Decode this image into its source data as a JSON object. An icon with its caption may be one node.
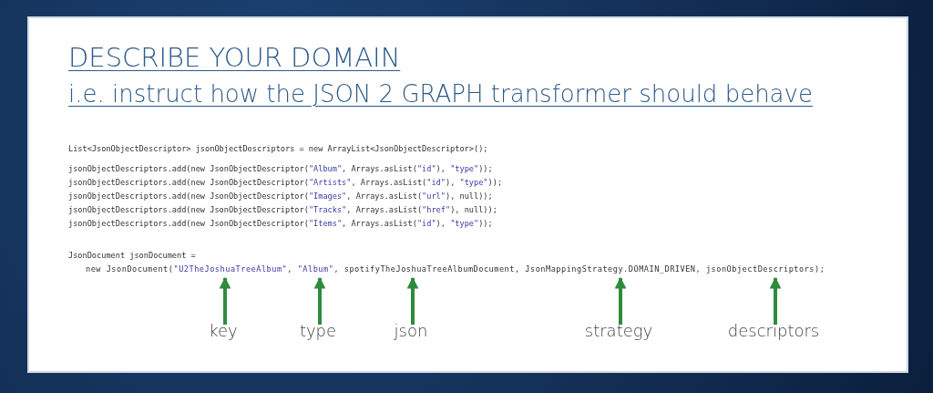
{
  "diagram": {
    "title": "DESCRIBE YOUR DOMAIN",
    "nodes": [
      {
        "text": [
          "new JsonDocument(\"U2TheJoshuaTreeAlbum\", \"Album\", spotifyTheJoshuaTreeAlbumDocument, JsonMappingStrategy.DOMAIN_DRIVEN, jsonObjectDescriptors);"
        ]
      },
      {
        "text": [
          "key"
        ]
      },
      {
        "text": [
          "type"
        ]
      },
      {
        "text": [
          "json"
        ]
      },
      {
        "text": [
          "strategy"
        ]
      },
      {
        "text": [
          "descriptors"
        ]
      }
    ],
    "edges": [
      {
        "from": 1,
        "to": 0,
        "arrow": "to"
      },
      {
        "from": 2,
        "to": 0,
        "arrow": "to"
      },
      {
        "from": 3,
        "to": 0,
        "arrow": "to"
      },
      {
        "from": 4,
        "to": 0,
        "arrow": "to"
      },
      {
        "from": 5,
        "to": 0,
        "arrow": "to"
      }
    ],
    "labels": [
      "i.e. instruct how the JSON 2 GRAPH transformer should behave",
      "List<JsonObjectDescriptor> jsonObjectDescriptors = new ArrayList<JsonObjectDescriptor>();",
      "jsonObjectDescriptors.add(new JsonObjectDescriptor(\"Album\", Arrays.asList(\"id\"), \"type\"));",
      "jsonObjectDescriptors.add(new JsonObjectDescriptor(\"Artists\", Arrays.asList(\"id\"), \"type\"));",
      "jsonObjectDescriptors.add(new JsonObjectDescriptor(\"Images\", Arrays.asList(\"url\"), null));",
      "jsonObjectDescriptors.add(new JsonObjectDescriptor(\"Tracks\", Arrays.asList(\"href\"), null));",
      "jsonObjectDescriptors.add(new JsonObjectDescriptor(\"Items\", Arrays.asList(\"id\"), \"type\"));",
      "JsonDocument jsonDocument ="
    ]
  }
}
